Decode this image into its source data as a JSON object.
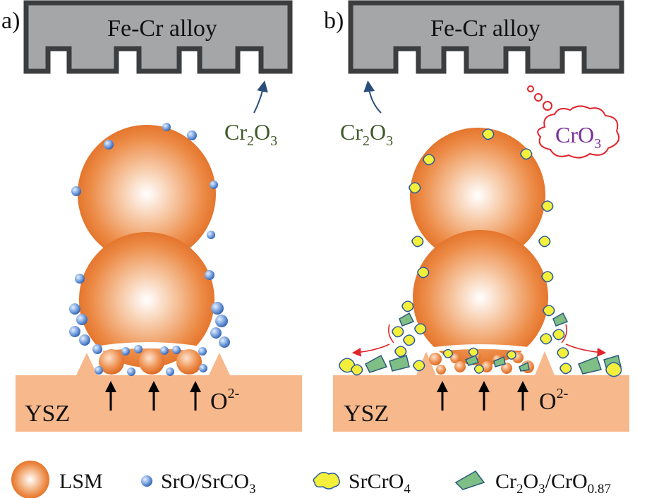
{
  "panel_a": {
    "label": "a)",
    "alloy_label": "Fe-Cr alloy",
    "oxide_label": {
      "main": "Cr",
      "sub1": "2",
      "mid": "O",
      "sub2": "3"
    },
    "electrolyte_label": "YSZ",
    "ion_label": {
      "main": "O",
      "sup": "2-"
    }
  },
  "panel_b": {
    "label": "b)",
    "alloy_label": "Fe-Cr alloy",
    "oxide_label": {
      "main": "Cr",
      "sub1": "2",
      "mid": "O",
      "sub2": "3"
    },
    "vapor_label": {
      "main": "CrO",
      "sub": "3"
    },
    "electrolyte_label": "YSZ",
    "ion_label": {
      "main": "O",
      "sup": "2-"
    }
  },
  "legend": {
    "lsm": "LSM",
    "sro": {
      "a": "SrO/SrCO",
      "sub": "3"
    },
    "srcro4": {
      "a": "SrCrO",
      "sub": "4"
    },
    "cr2o3": {
      "a": "Cr",
      "s1": "2",
      "b": "O",
      "s2": "3",
      "c": "/CrO",
      "s3": "0.87"
    }
  },
  "colors": {
    "lsm_orange": "#e9772b",
    "ysz_salmon": "#f7b88c",
    "alloy_gray": "#a5a6a8",
    "alloy_border": "#3c3d3f",
    "sro_blue": "#5a86c8",
    "srcro4_yellow": "#f3ef3a",
    "cr2o3_green": "#7fbf85",
    "label_green": "#3f5a2a",
    "cro3_purple": "#7a2f9a",
    "cloud_red": "#e0242c",
    "arrow_navy": "#2a4d7a"
  },
  "icons": [
    "lsm-particle-icon",
    "sro-particle-icon",
    "srcro4-particle-icon",
    "cr2o3-particle-icon",
    "up-arrow-icon"
  ]
}
